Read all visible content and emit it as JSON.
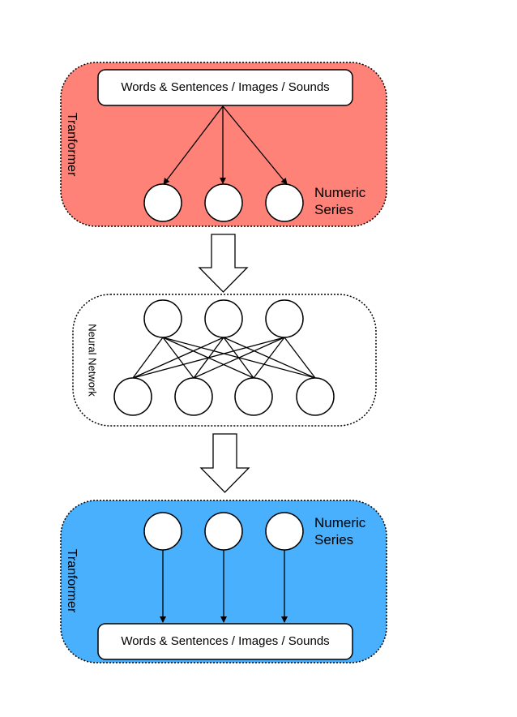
{
  "colors": {
    "top_panel": "#fe8278",
    "bottom_panel": "#48b0fd",
    "stroke": "#000000",
    "node_fill": "#ffffff"
  },
  "top_section": {
    "side_label": "Tranformer",
    "input_box_text": "Words & Sentences / Images / Sounds",
    "series_label_line1": "Numeric",
    "series_label_line2": "Series"
  },
  "middle_section": {
    "side_label": "Neural Network"
  },
  "bottom_section": {
    "side_label": "Tranformer",
    "output_box_text": "Words & Sentences / Images / Sounds",
    "series_label_line1": "Numeric",
    "series_label_line2": "Series"
  }
}
